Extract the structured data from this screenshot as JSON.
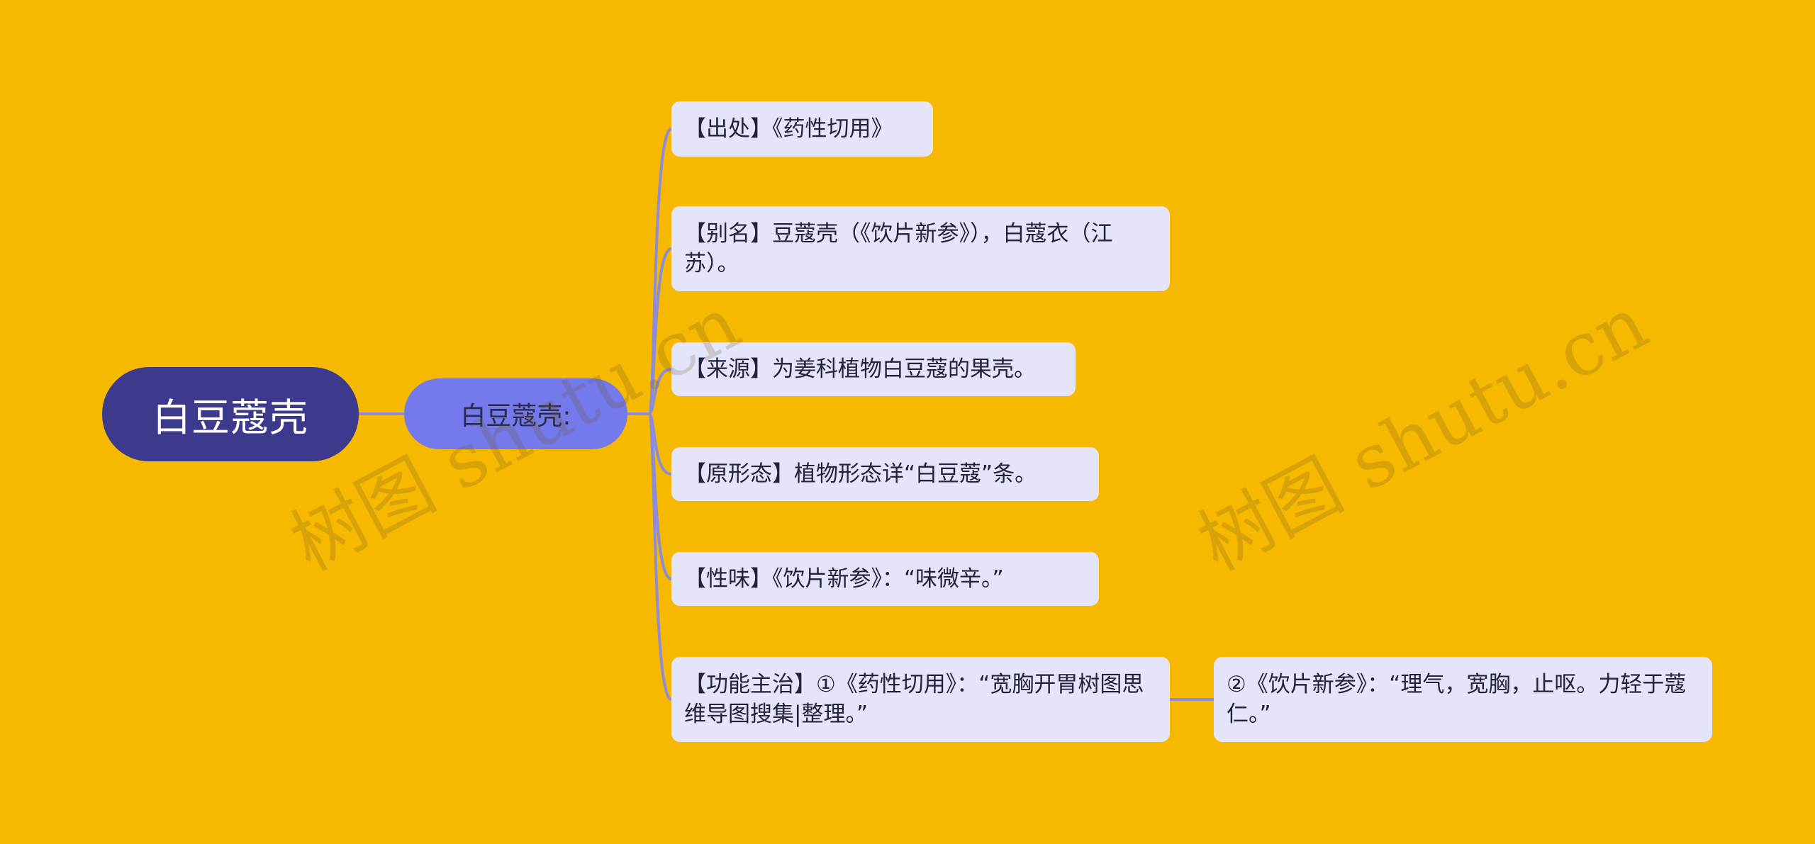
{
  "mindmap": {
    "root": {
      "label": "白豆蔻壳"
    },
    "branch": {
      "label": "白豆蔻壳:"
    },
    "leaves": [
      {
        "text": "【出处】《药性切用》"
      },
      {
        "text": "【别名】豆蔻壳（《饮片新参》），白蔻衣（江苏）。"
      },
      {
        "text": "【来源】为姜科植物白豆蔻的果壳。"
      },
      {
        "text": "【原形态】植物形态详“白豆蔻”条。"
      },
      {
        "text": "【性味】《饮片新参》：“味微辛。”"
      },
      {
        "text": "【功能主治】①《药性切用》：“宽胸开胃树图思维导图搜集|整理。”"
      }
    ],
    "sub_leaf": {
      "text": "②《饮片新参》：“理气，宽胸，止呕。力轻于蔻仁。”"
    }
  },
  "watermarks": [
    "树图 shutu.cn",
    "树图 shutu.cn"
  ],
  "colors": {
    "background": "#F7B800",
    "root_fill": "#3D3A8E",
    "branch_fill": "#7479EC",
    "leaf_fill": "#E4E5FA",
    "connector": "#8C8CD8"
  }
}
